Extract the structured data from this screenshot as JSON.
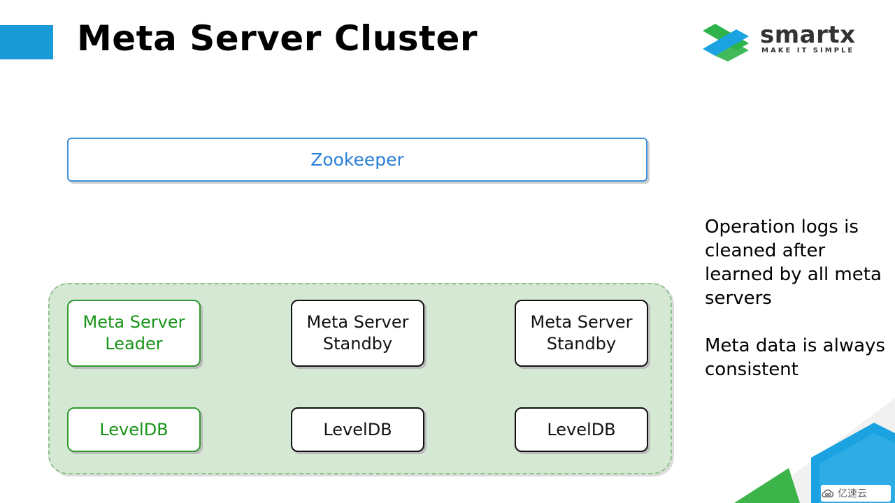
{
  "slide": {
    "title": "Meta Server Cluster"
  },
  "logo": {
    "wordmark": "smartx",
    "tagline": "MAKE IT SIMPLE",
    "colors": {
      "green": "#2db34a",
      "blue": "#1aa3e0"
    }
  },
  "diagram": {
    "zookeeper": {
      "label": "Zookeeper",
      "color": "#2a7fd6"
    },
    "cluster_fill": "#d5e8d4",
    "nodes": [
      {
        "line1": "Meta Server",
        "line2": "Leader",
        "role": "leader",
        "color": "#179317"
      },
      {
        "line1": "Meta Server",
        "line2": "Standby",
        "role": "standby",
        "color": "#111111"
      },
      {
        "line1": "Meta Server",
        "line2": "Standby",
        "role": "standby",
        "color": "#111111"
      }
    ],
    "storage": [
      {
        "label": "LevelDB"
      },
      {
        "label": "LevelDB"
      },
      {
        "label": "LevelDB"
      }
    ]
  },
  "notes": [
    "Operation logs  is cleaned after learned by all meta servers",
    "Meta data is always consistent"
  ],
  "watermark": {
    "icon": "cloud-logo-icon",
    "text": "亿速云"
  },
  "theme": {
    "accent": "#1a9ad6"
  }
}
